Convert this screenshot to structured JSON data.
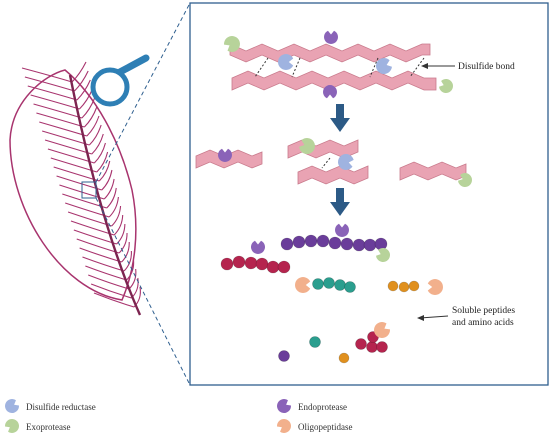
{
  "colors": {
    "panel_border": "#2f5f8f",
    "feather": "#a8346e",
    "magnifier": "#2e7fb5",
    "keratin": "#e9a3b3",
    "keratin_edge": "#c97a8c",
    "arrow": "#2c5a86",
    "disulfide_reductase": "#9fb3e0",
    "exoprotease": "#b7d39a",
    "endoprotease": "#8a63b8",
    "oligopeptidase": "#f2b08c",
    "peptide_red": "#b5244e",
    "peptide_purple": "#6a3d9a",
    "peptide_teal": "#2a9e8e",
    "peptide_orange": "#e0901e"
  },
  "icons": [
    "feather-icon",
    "magnifier-icon",
    "enzyme-icon"
  ],
  "labels": {
    "disulfide_bond": "Disulfide bond",
    "products_line1": "Soluble peptides",
    "products_line2": "and amino acids"
  },
  "legend": [
    {
      "label": "Disulfide reductase",
      "color": "#9fb3e0"
    },
    {
      "label": "Exoprotease",
      "color": "#b7d39a"
    },
    {
      "label": "Endoprotease",
      "color": "#8a63b8"
    },
    {
      "label": "Oligopeptidase",
      "color": "#f2b08c"
    }
  ]
}
